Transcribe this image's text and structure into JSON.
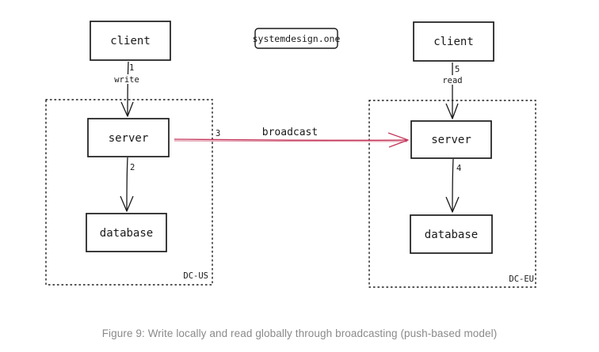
{
  "diagram": {
    "badge": "systemdesign.one",
    "regions": {
      "us_label": "DC-US",
      "eu_label": "DC-EU"
    },
    "nodes": {
      "us_client": "client",
      "us_server": "server",
      "us_database": "database",
      "eu_client": "client",
      "eu_server": "server",
      "eu_database": "database"
    },
    "edges": {
      "write_step": "1",
      "write_label": "write",
      "db_step_us": "2",
      "broadcast_step": "3",
      "broadcast_label": "broadcast",
      "db_step_eu": "4",
      "read_step": "5",
      "read_label": "read"
    },
    "colors": {
      "ink": "#1a1a1a",
      "broadcast": "#c4375a",
      "caption": "#8a8a8a"
    }
  },
  "caption": "Figure 9: Write locally and read globally through broadcasting (push-based model)"
}
